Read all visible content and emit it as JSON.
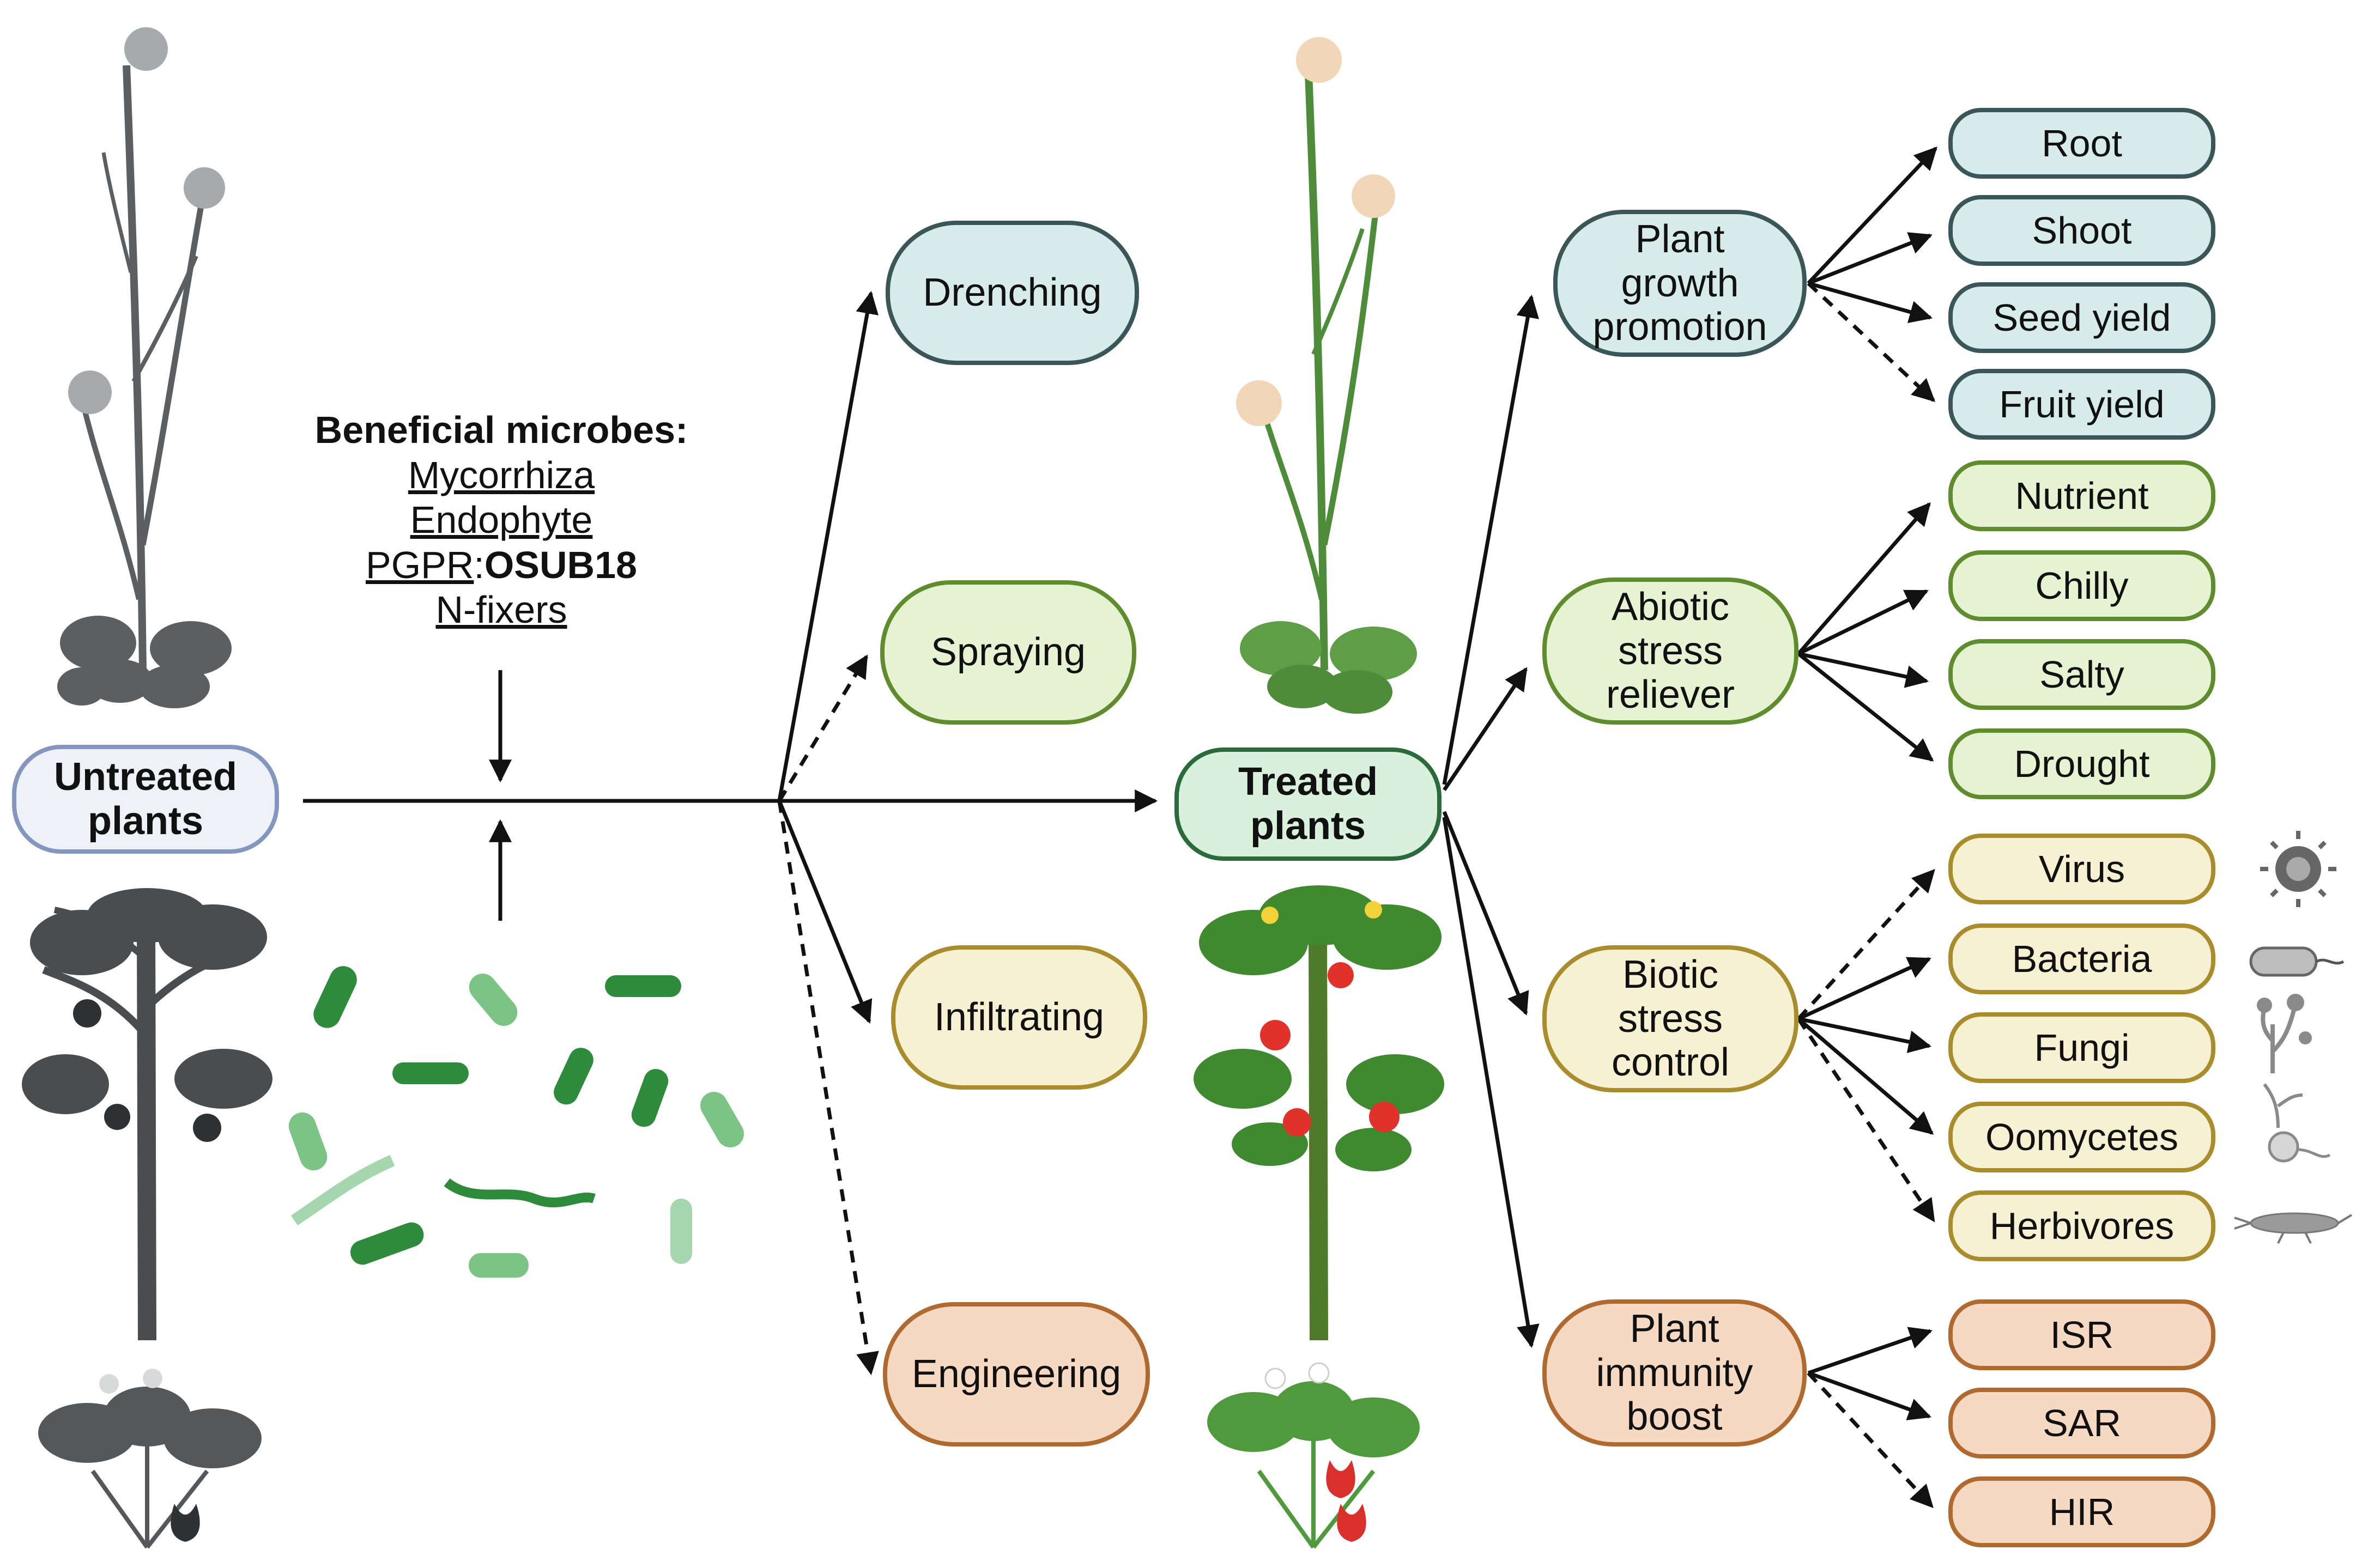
{
  "source": {
    "label": "Untreated\nplants"
  },
  "microbes": {
    "title": "Beneficial microbes:",
    "items": [
      "Mycorrhiza",
      "Endophyte"
    ],
    "pgpr_prefix": "PGPR",
    "pgpr_separator": ":",
    "pgpr_strain": "OSUB18",
    "last_item": "N-fixers"
  },
  "methods": [
    {
      "label": "Drenching",
      "style": "solid"
    },
    {
      "label": "Spraying",
      "style": "dashed"
    },
    {
      "label": "Infiltrating",
      "style": "solid"
    },
    {
      "label": "Engineering",
      "style": "dashed"
    }
  ],
  "target": {
    "label": "Treated\nplants"
  },
  "effects": [
    {
      "label": "Plant\ngrowth\npromotion",
      "outcomes": [
        {
          "label": "Root",
          "style": "solid"
        },
        {
          "label": "Shoot",
          "style": "solid"
        },
        {
          "label": "Seed yield",
          "style": "solid"
        },
        {
          "label": "Fruit yield",
          "style": "dashed"
        }
      ]
    },
    {
      "label": "Abiotic\nstress\nreliever",
      "outcomes": [
        {
          "label": "Nutrient",
          "style": "solid"
        },
        {
          "label": "Chilly",
          "style": "solid"
        },
        {
          "label": "Salty",
          "style": "solid"
        },
        {
          "label": "Drought",
          "style": "solid"
        }
      ]
    },
    {
      "label": "Biotic\nstress\ncontrol",
      "outcomes": [
        {
          "label": "Virus",
          "style": "dashed"
        },
        {
          "label": "Bacteria",
          "style": "solid"
        },
        {
          "label": "Fungi",
          "style": "solid"
        },
        {
          "label": "Oomycetes",
          "style": "solid"
        },
        {
          "label": "Herbivores",
          "style": "dashed"
        }
      ]
    },
    {
      "label": "Plant\nimmunity\nboost",
      "outcomes": [
        {
          "label": "ISR",
          "style": "solid"
        },
        {
          "label": "SAR",
          "style": "solid"
        },
        {
          "label": "HIR",
          "style": "dashed"
        }
      ]
    }
  ],
  "icons": [
    "virus-icon",
    "bacterium-icon",
    "fungus-icon",
    "oomycete-icon",
    "insect-icon",
    "plant-icon",
    "microbe-icon"
  ],
  "colors": {
    "teal_fill": "#d6ebea",
    "green_fill": "#e6f3d2",
    "yellow_fill": "#f6f1d2",
    "orange_fill": "#f6d9c2",
    "untreated_fill": "#eef2f8",
    "treated_fill": "#d8f0dc"
  }
}
